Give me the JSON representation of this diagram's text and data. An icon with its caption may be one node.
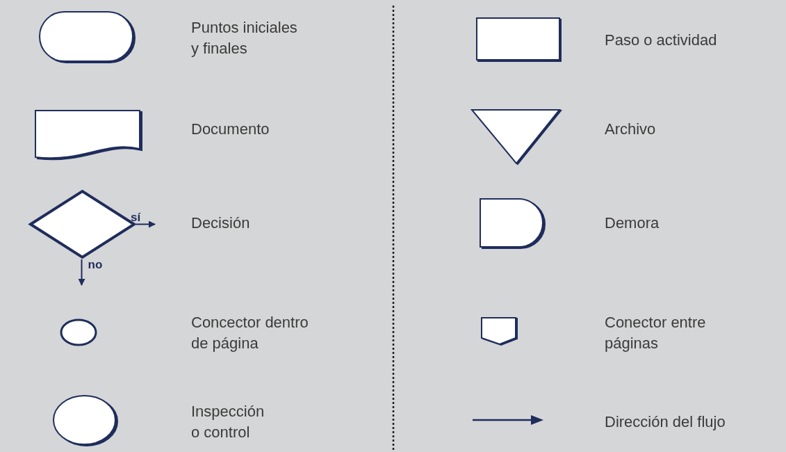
{
  "diagram": {
    "nodes": [
      {
        "text": [],
        "shape": "capsule",
        "beside": [
          "Puntos iniciales y finales"
        ]
      },
      {
        "text": [],
        "shape": "box",
        "beside": [
          "Paso o actividad"
        ]
      },
      {
        "text": [],
        "shape": "document",
        "beside": [
          "Documento"
        ]
      },
      {
        "text": [],
        "shape": "triangle",
        "beside": [
          "Archivo"
        ]
      },
      {
        "text": [],
        "shape": "diamond",
        "beside": [
          "Decisión"
        ]
      },
      {
        "text": [],
        "shape": "delay",
        "beside": [
          "Demora"
        ]
      },
      {
        "text": [],
        "shape": "ellipse"
      },
      {
        "text": [],
        "shape": "pentagon"
      },
      {
        "text": [],
        "shape": "circle"
      }
    ],
    "edges": [
      {
        "from": 4,
        "to": null,
        "arrow": "to",
        "label": "sí"
      },
      {
        "from": 4,
        "to": null,
        "arrow": "to",
        "label": "no"
      }
    ],
    "labels": [
      "Concector dentro de página",
      "Conector entre páginas",
      "Inspección o control",
      "Dirección del flujo"
    ]
  }
}
